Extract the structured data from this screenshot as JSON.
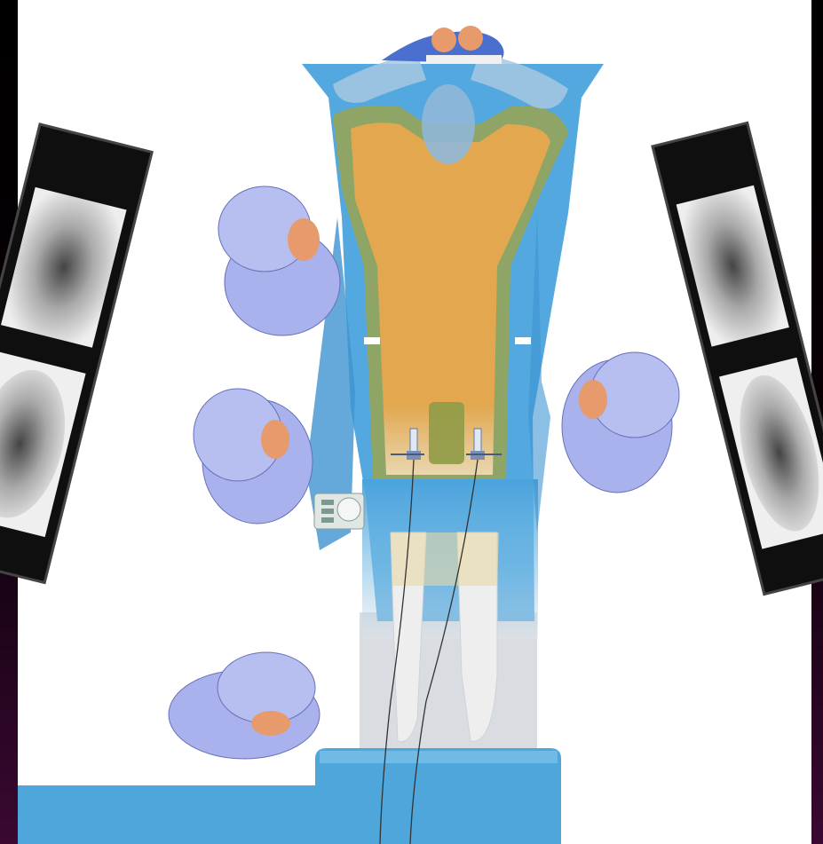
{
  "scene": {
    "colors": {
      "frame": "#000000",
      "panel": "#ffffff",
      "drape": "#4aa3dd",
      "drape_dark": "#2f86c4",
      "skin": "#e2a74f",
      "sterile_border": "#9aa451",
      "cap": "#a9b2ec",
      "cap_shadow": "#8891d6",
      "table": "#4ea6da",
      "monitor": "#111111"
    },
    "elements": {
      "patient": "patient-supine",
      "drape": "sterile-drape",
      "operating_field": "prepared-skin-field",
      "access_sites": [
        "left-femoral-sheath",
        "right-femoral-sheath"
      ],
      "monitors": [
        "left-fluoroscopy-monitor",
        "right-fluoroscopy-monitor"
      ],
      "staff": [
        "left-upper-operator",
        "left-lower-operator",
        "right-operator",
        "bottom-operator"
      ],
      "anesthesia": "anesthesia-at-head",
      "control_panel": "table-side-control-panel",
      "table": "operating-table"
    }
  }
}
